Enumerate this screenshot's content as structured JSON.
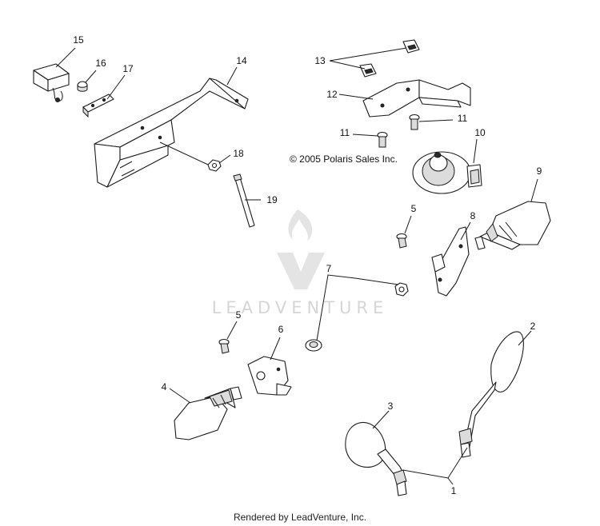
{
  "copyright": "© 2005 Polaris Sales Inc.",
  "footer": "Rendered by LeadVenture, Inc.",
  "watermark": "LEADVENTURE",
  "callouts": {
    "c1": "1",
    "c2": "2",
    "c3": "3",
    "c4": "4",
    "c5a": "5",
    "c5b": "5",
    "c6": "6",
    "c7": "7",
    "c8": "8",
    "c9": "9",
    "c10": "10",
    "c11a": "11",
    "c11b": "11",
    "c12": "12",
    "c13": "13",
    "c14": "14",
    "c15": "15",
    "c16": "16",
    "c17": "17",
    "c18": "18",
    "c19": "19"
  }
}
